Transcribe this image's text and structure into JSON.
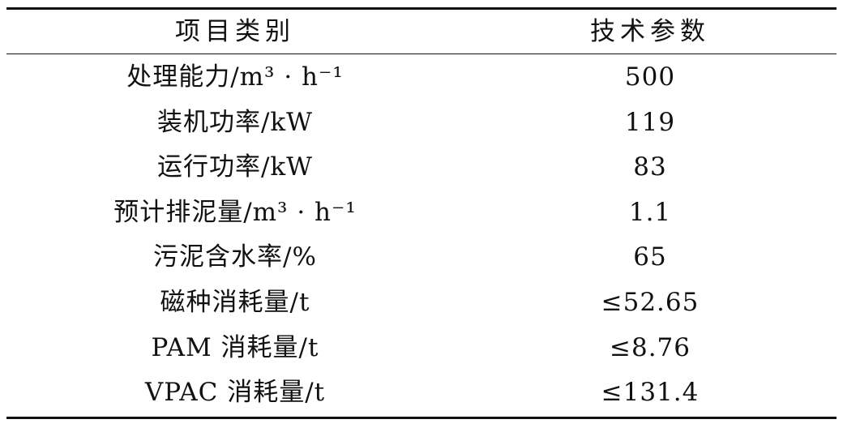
{
  "table": {
    "headers": [
      "项目类别",
      "技术参数"
    ],
    "rows": [
      {
        "item": "处理能力/m³ · h⁻¹",
        "value": "500"
      },
      {
        "item": "装机功率/kW",
        "value": "119"
      },
      {
        "item": "运行功率/kW",
        "value": "83"
      },
      {
        "item": "预计排泥量/m³ · h⁻¹",
        "value": "1.1"
      },
      {
        "item": "污泥含水率/%",
        "value": "65"
      },
      {
        "item": "磁种消耗量/t",
        "value": "≤52.65"
      },
      {
        "item": "PAM 消耗量/t",
        "value": "≤8.76"
      },
      {
        "item": "VPAC 消耗量/t",
        "value": "≤131.4"
      }
    ]
  }
}
